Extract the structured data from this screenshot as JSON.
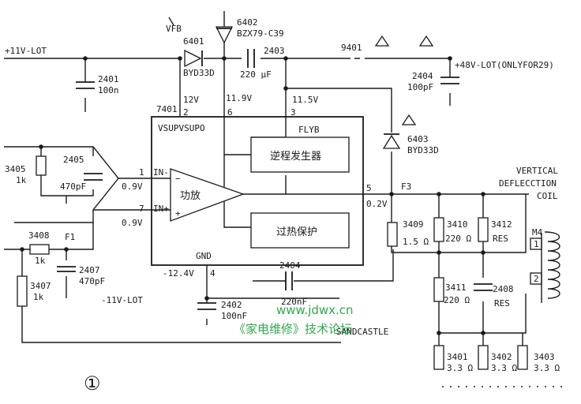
{
  "schematic": {
    "rail_11v": "+11V-LOT",
    "rail_48v": "+48V-LOT(ONLYFOR29)",
    "rail_neg11v": "-11V-LOT",
    "vfb": "VFB",
    "d6402_ref": "6402",
    "d6402_type": "BZX79-C39",
    "d6401_ref": "6401",
    "d6401_type": "BYD33D",
    "c2403_ref": "2403",
    "c2403_val": "220 μF",
    "ref_9401": "9401",
    "c2401_ref": "2401",
    "c2401_val": "100n",
    "c2404_top_ref": "2404",
    "c2404_top_val": "100pF",
    "ic_ref": "7401",
    "ic_name": "VSUPVSUPO",
    "ic_v_12": "12V",
    "ic_v_119": "11.9V",
    "ic_v_115": "11.5V",
    "pin_2": "2",
    "pin_6": "6",
    "pin_3": "3",
    "flyb": "FLYB",
    "block_flyback": "逆程发生器",
    "block_amp": "功放",
    "block_protect": "过热保护",
    "in_minus": "IN-",
    "in_plus": "IN+",
    "pin_1": "1",
    "pin_7": "7",
    "pin_5": "5",
    "pin_4": "4",
    "gnd": "GND",
    "v_09_a": "0.9V",
    "v_09_b": "0.9V",
    "v_02": "0.2V",
    "v_neg124": "-12.4V",
    "d6403_ref": "6403",
    "d6403_type": "BYD33D",
    "r3405_ref": "3405",
    "r3405_val": "1k",
    "c2405_ref": "2405",
    "c2405_val": "470pF",
    "r3408_ref": "3408",
    "r3408_val": "1k",
    "f1": "F1",
    "c2407_ref": "2407",
    "c2407_val": "470pF",
    "r3407_ref": "3407",
    "r3407_val": "1k",
    "c2402_ref": "2402",
    "c2402_val": "100nF",
    "c2404_bot_ref": "2404",
    "c2404_bot_val": "220nF",
    "f3": "F3",
    "r3409_ref": "3409",
    "r3409_val": "1.5 Ω",
    "r3410_ref": "3410",
    "r3410_val": "220 Ω",
    "r3411_ref": "3411",
    "r3411_val": "220 Ω",
    "r3412_ref": "3412",
    "r3412_val": "RES",
    "c2408_ref": "2408",
    "c2408_val": "RES",
    "coil_1": "VERTICAL",
    "coil_2": "DEFLECCTION",
    "coil_3": "COIL",
    "m4": "M4",
    "m4_pin1": "1",
    "m4_pin2": "2",
    "sandcastle": "SANDCASTLE",
    "r3401_ref": "3401",
    "r3401_val": "3.3 Ω",
    "r3402_ref": "3402",
    "r3402_val": "3.3 Ω",
    "r3403_ref": "3403",
    "r3403_val": "3.3 Ω",
    "figure_no": "①",
    "watermark_url": "www.jdwx.cn",
    "watermark_text": "《家电维修》技术论坛"
  }
}
